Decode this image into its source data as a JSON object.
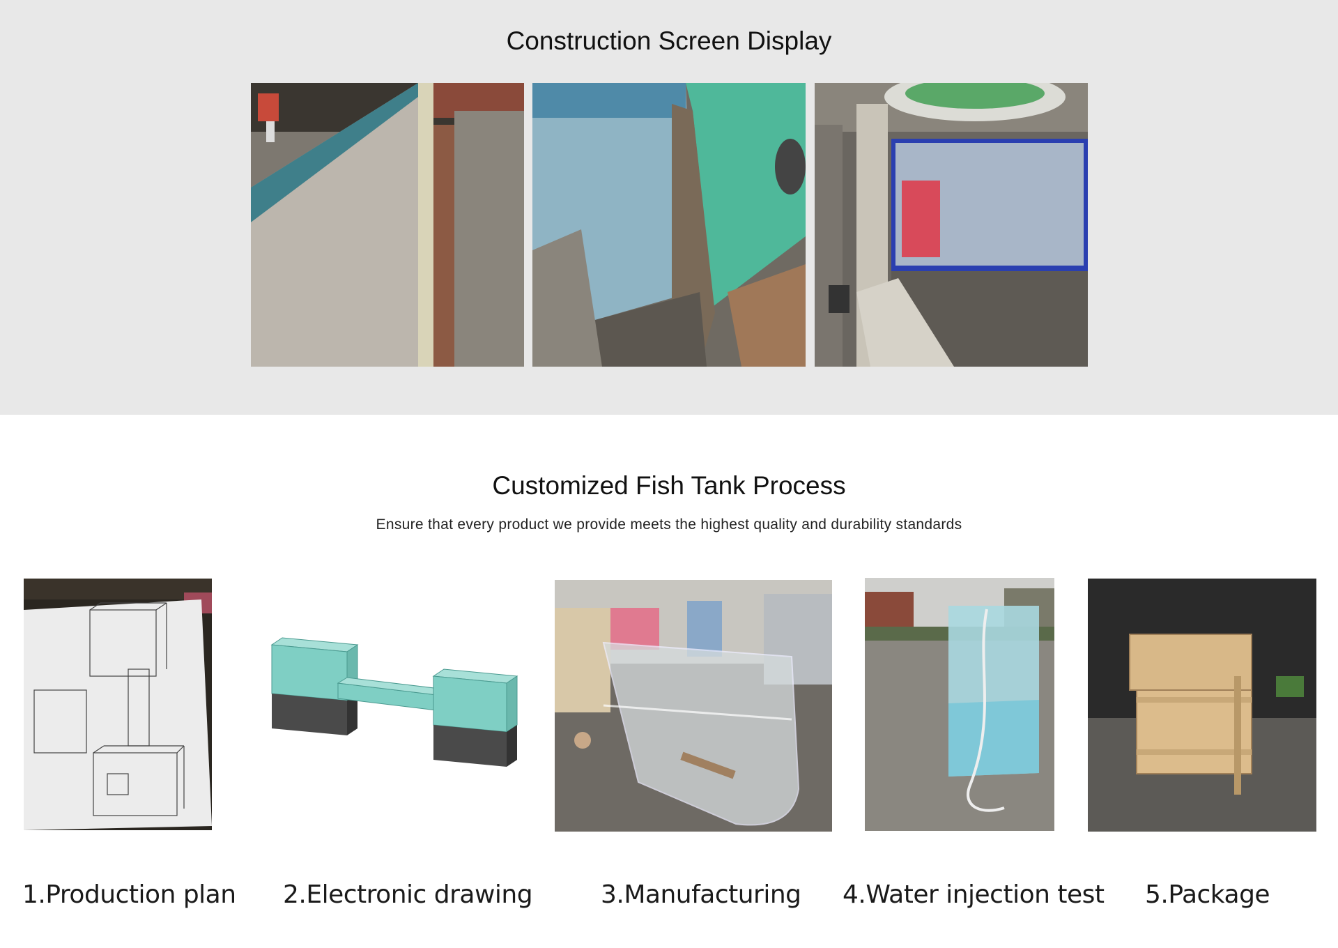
{
  "construction": {
    "title": "Construction Screen Display"
  },
  "process": {
    "title": "Customized Fish Tank Process",
    "subtitle": "Ensure that every product we provide meets the highest quality and durability standards",
    "steps": [
      {
        "label": "1.Production plan"
      },
      {
        "label": "2.Electronic drawing"
      },
      {
        "label": "3.Manufacturing"
      },
      {
        "label": "4.Water injection test"
      },
      {
        "label": "5.Package"
      }
    ]
  },
  "colors": {
    "top_background": "#e8e8e8",
    "tank_teal": "#7fcfc4",
    "tank_base": "#4a4a4a"
  }
}
